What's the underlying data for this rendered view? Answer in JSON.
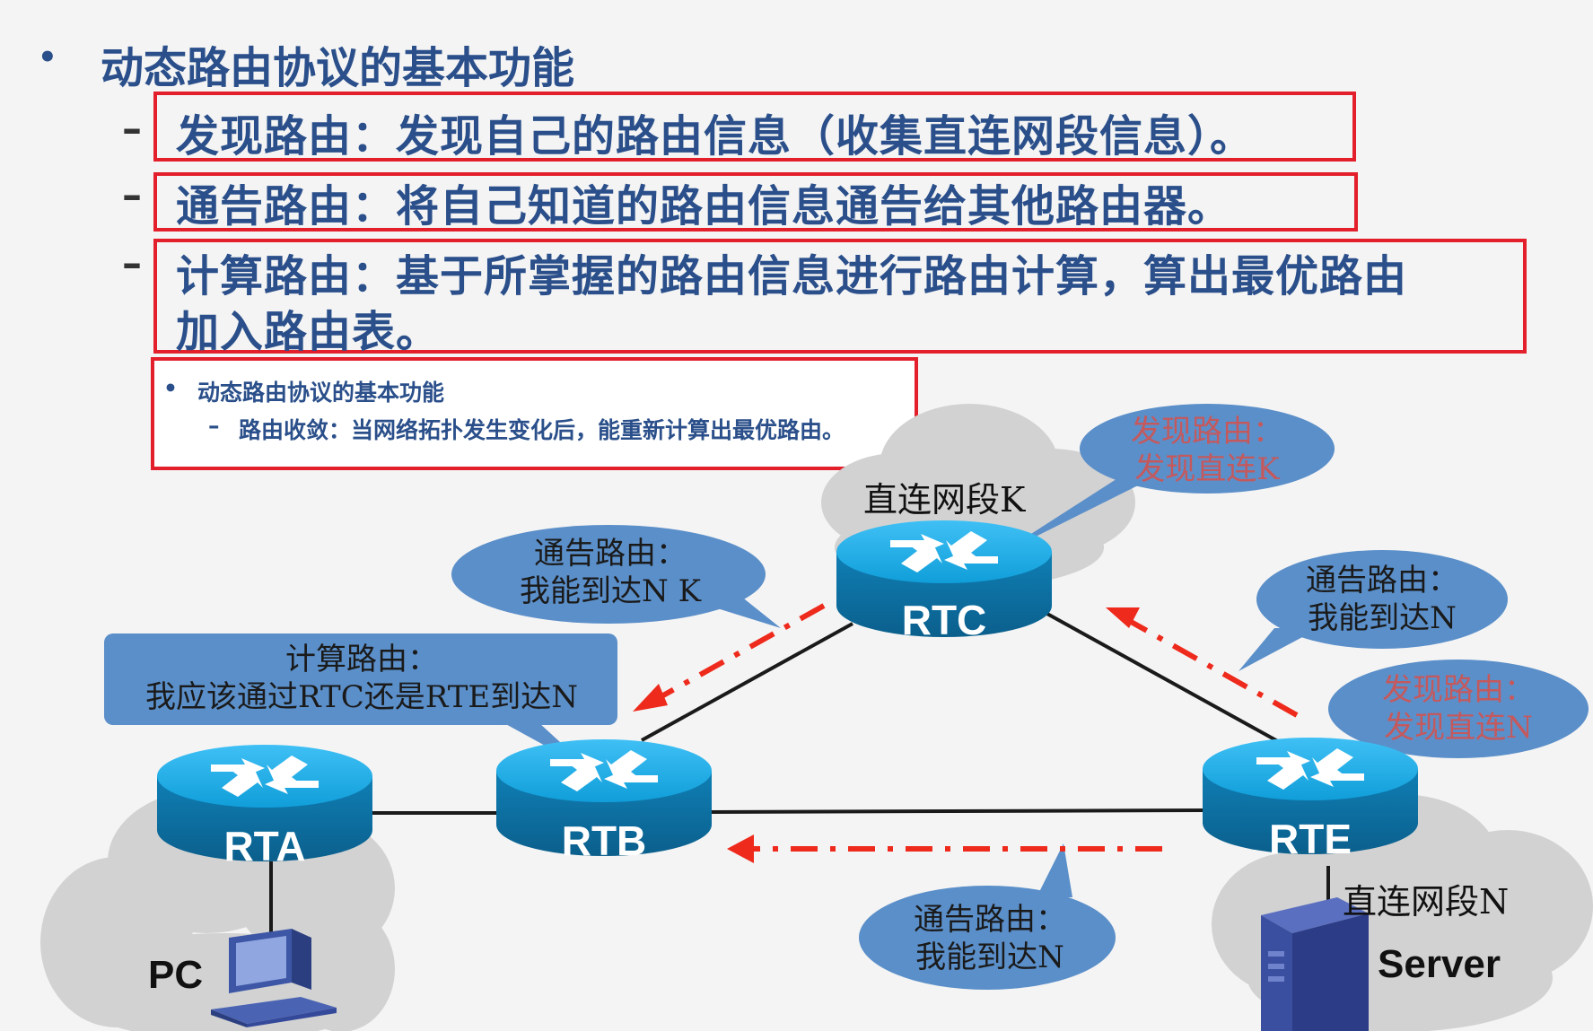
{
  "title": "动态路由协议的基本功能",
  "items": [
    {
      "dash": "–",
      "text": "发现路由：发现自己的路由信息（收集直连网段信息）。"
    },
    {
      "dash": "–",
      "text": "通告路由：将自己知道的路由信息通告给其他路由器。"
    },
    {
      "dash": "–",
      "text_line1": "计算路由：基于所掌握的路由信息进行路由计算，算出最优路由",
      "text_line2": "加入路由表。"
    }
  ],
  "popup": {
    "bullet": "•",
    "title": "动态路由协议的基本功能",
    "dash": "–",
    "sub": "路由收敛：当网络拓扑发生变化后，能重新计算出最优路由。"
  },
  "bubbles": {
    "rtc_discover": {
      "line1": "发现路由：",
      "line2": "发现直连K"
    },
    "rtc_advertise": {
      "line1": "通告路由：",
      "line2": "我能到达N  K"
    },
    "rte_advertise_up": {
      "line1": "通告路由：",
      "line2": "我能到达N"
    },
    "rte_discover": {
      "line1": "发现路由：",
      "line2": "发现直连N"
    },
    "rte_advertise_down": {
      "line1": "通告路由：",
      "line2": "我能到达N"
    },
    "rtb_compute": {
      "line1": "计算路由：",
      "line2": "我应该通过RTC还是RTE到达N"
    }
  },
  "labels": {
    "segment_k": "直连网段K",
    "segment_n": "直连网段N",
    "pc": "PC",
    "server": "Server"
  },
  "routers": {
    "rta": "RTA",
    "rtb": "RTB",
    "rtc": "RTC",
    "rte": "RTE"
  },
  "colors": {
    "title_blue": "#2a4f8a",
    "highlight_red": "#e21f2a",
    "bubble_blue": "#5b8fc9",
    "router_cyan": "#1aa3e0",
    "arrow_red": "#ee2a1c",
    "cloud_gray": "#d2d2d2"
  }
}
